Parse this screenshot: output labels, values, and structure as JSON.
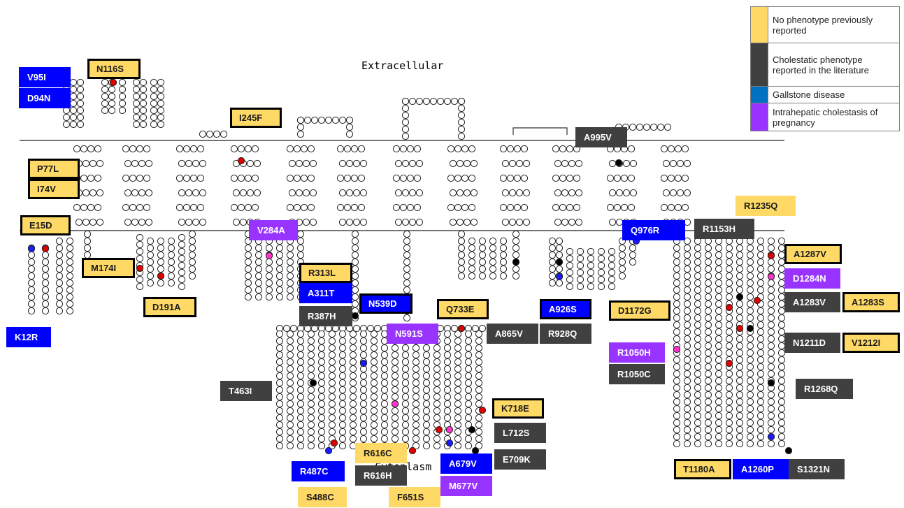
{
  "regions": {
    "extracellular": "Extracellular",
    "cytoplasm": "Cytoplasm"
  },
  "legend": [
    {
      "color": "#ffd966",
      "text": "No phenotype previously reported"
    },
    {
      "color": "#404040",
      "text": "Cholestatic phenotype reported  in the literature"
    },
    {
      "color": "#0070c0",
      "text": "Gallstone disease"
    },
    {
      "color": "#9933ff",
      "text": "Intrahepatic cholestasis of pregnancy"
    }
  ],
  "variants": [
    {
      "id": "v95i",
      "text": "V95I",
      "category": "blue"
    },
    {
      "id": "d94n",
      "text": "D94N",
      "category": "blue"
    },
    {
      "id": "n116s",
      "text": "N116S",
      "category": "yellow",
      "framed": true
    },
    {
      "id": "i245f",
      "text": "I245F",
      "category": "yellow",
      "framed": true
    },
    {
      "id": "a995v",
      "text": "A995V",
      "category": "dark"
    },
    {
      "id": "p77l",
      "text": "P77L",
      "category": "yellow",
      "framed": true
    },
    {
      "id": "i74v",
      "text": "I74V",
      "category": "yellow",
      "framed": true
    },
    {
      "id": "e15d",
      "text": "E15D",
      "category": "yellow",
      "framed": true
    },
    {
      "id": "v284a",
      "text": "V284A",
      "category": "purple"
    },
    {
      "id": "r1235q",
      "text": "R1235Q",
      "category": "yellow"
    },
    {
      "id": "q976r",
      "text": "Q976R",
      "category": "blue"
    },
    {
      "id": "r1153h",
      "text": "R1153H",
      "category": "dark"
    },
    {
      "id": "m174i",
      "text": "M174I",
      "category": "yellow",
      "framed": true
    },
    {
      "id": "r313l",
      "text": "R313L",
      "category": "yellow",
      "framed": true
    },
    {
      "id": "a311t",
      "text": "A311T",
      "category": "blue"
    },
    {
      "id": "a1287v",
      "text": "A1287V",
      "category": "yellow",
      "framed": true
    },
    {
      "id": "d1284n",
      "text": "D1284N",
      "category": "purple"
    },
    {
      "id": "n539d",
      "text": "N539D",
      "category": "blue",
      "framed": true
    },
    {
      "id": "d191a",
      "text": "D191A",
      "category": "yellow",
      "framed": true
    },
    {
      "id": "q733e",
      "text": "Q733E",
      "category": "yellow",
      "framed": true
    },
    {
      "id": "a926s",
      "text": "A926S",
      "category": "blue",
      "framed": true
    },
    {
      "id": "d1172g",
      "text": "D1172G",
      "category": "yellow",
      "framed": true
    },
    {
      "id": "a1283v",
      "text": "A1283V",
      "category": "dark"
    },
    {
      "id": "a1283s",
      "text": "A1283S",
      "category": "yellow",
      "framed": true
    },
    {
      "id": "r387h",
      "text": "R387H",
      "category": "dark"
    },
    {
      "id": "k12r",
      "text": "K12R",
      "category": "blue"
    },
    {
      "id": "n591s",
      "text": "N591S",
      "category": "purple"
    },
    {
      "id": "a865v",
      "text": "A865V",
      "category": "dark"
    },
    {
      "id": "r928q",
      "text": "R928Q",
      "category": "dark"
    },
    {
      "id": "r1050h",
      "text": "R1050H",
      "category": "purple"
    },
    {
      "id": "n1211d",
      "text": "N1211D",
      "category": "dark"
    },
    {
      "id": "v1212i",
      "text": "V1212I",
      "category": "yellow",
      "framed": true
    },
    {
      "id": "r1050c",
      "text": "R1050C",
      "category": "dark"
    },
    {
      "id": "t463i",
      "text": "T463I",
      "category": "dark"
    },
    {
      "id": "r1268q",
      "text": "R1268Q",
      "category": "dark"
    },
    {
      "id": "k718e",
      "text": "K718E",
      "category": "yellow",
      "framed": true
    },
    {
      "id": "l712s",
      "text": "L712S",
      "category": "dark"
    },
    {
      "id": "r616c",
      "text": "R616C",
      "category": "yellow"
    },
    {
      "id": "e709k",
      "text": "E709K",
      "category": "dark"
    },
    {
      "id": "r487c",
      "text": "R487C",
      "category": "blue"
    },
    {
      "id": "r616h",
      "text": "R616H",
      "category": "dark"
    },
    {
      "id": "a679v",
      "text": "A679V",
      "category": "blue"
    },
    {
      "id": "t1180a",
      "text": "T1180A",
      "category": "yellow",
      "framed": true
    },
    {
      "id": "a1260p",
      "text": "A1260P",
      "category": "blue"
    },
    {
      "id": "s1321n",
      "text": "S1321N",
      "category": "dark"
    },
    {
      "id": "m677v",
      "text": "M677V",
      "category": "purple"
    },
    {
      "id": "s488c",
      "text": "S488C",
      "category": "yellow"
    },
    {
      "id": "f651s",
      "text": "F651S",
      "category": "yellow"
    }
  ]
}
